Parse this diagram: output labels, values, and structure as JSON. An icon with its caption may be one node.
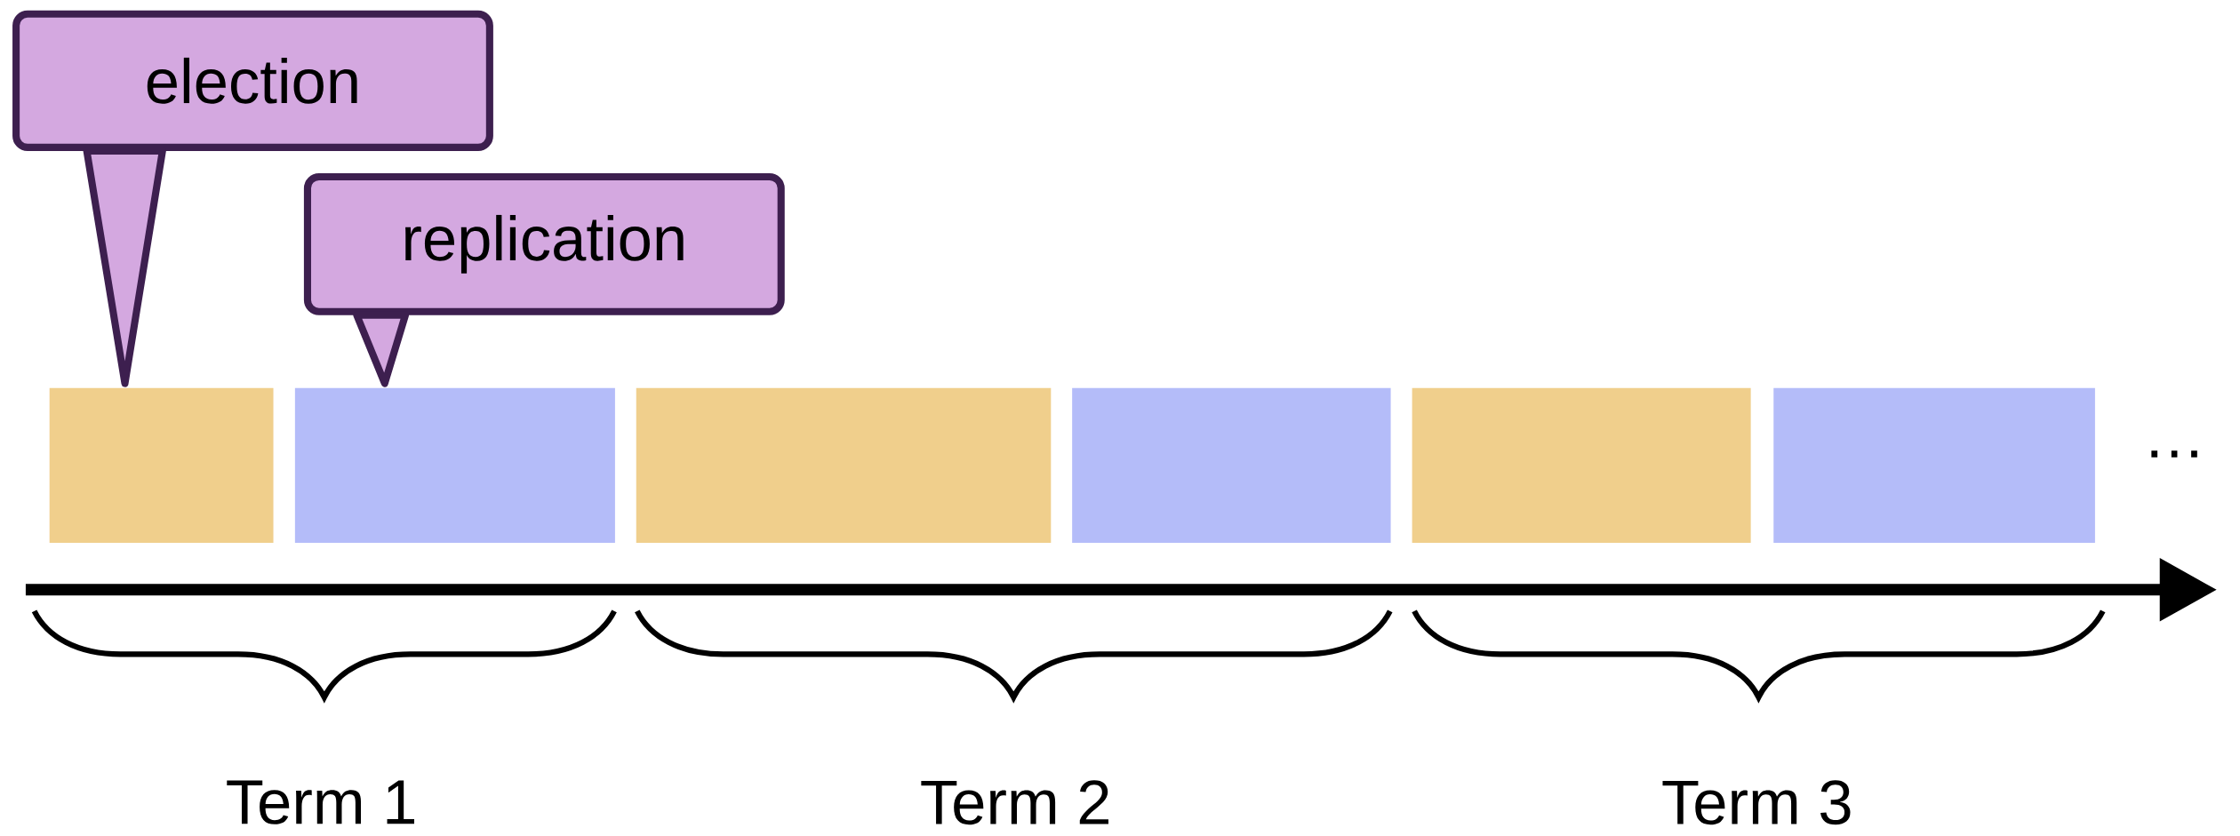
{
  "diagram": {
    "nodes": [
      {
        "text": [
          "election"
        ]
      },
      {
        "text": [
          "replication"
        ]
      },
      {
        "text": [],
        "shape": "box"
      },
      {
        "text": [],
        "shape": "box"
      },
      {
        "text": [],
        "shape": "box"
      },
      {
        "text": [],
        "shape": "box"
      },
      {
        "text": [],
        "shape": "box"
      },
      {
        "text": [],
        "shape": "box"
      }
    ],
    "edges": [
      {
        "from": 0,
        "to": 2,
        "arrow": "to"
      },
      {
        "from": 1,
        "to": 3,
        "arrow": "to"
      }
    ],
    "labels": [
      "…",
      "Term 1",
      "Term 2",
      "Term 3"
    ]
  }
}
